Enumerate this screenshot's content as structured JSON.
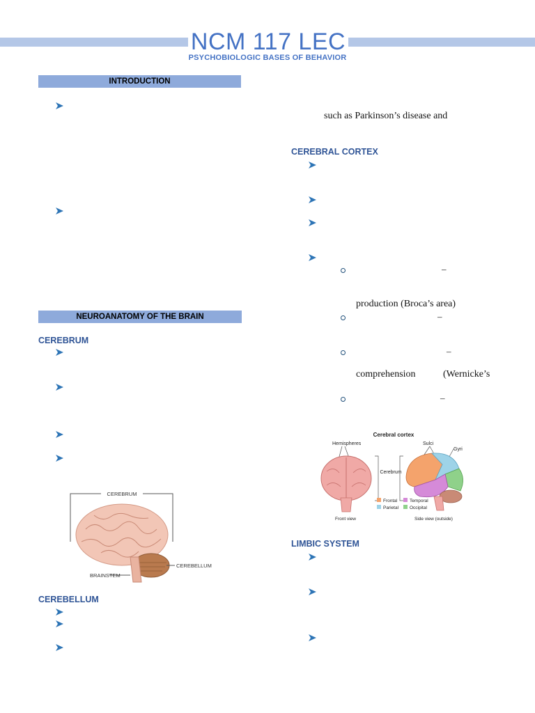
{
  "header": {
    "title": "NCM 117 LEC",
    "subtitle": "PSYCHOBIOLOGIC BASES OF BEHAVIOR"
  },
  "sections": {
    "introduction": "INTRODUCTION",
    "neuroanatomy": "NEUROANATOMY OF THE BRAIN"
  },
  "subheads": {
    "cerebrum": "CEREBRUM",
    "cerebellum": "CEREBELLUM",
    "cerebral_cortex": "CEREBRAL CORTEX",
    "limbic_system": "LIMBIC SYSTEM"
  },
  "text": {
    "parkinsons": "such as Parkinson’s disease and",
    "dash": "–",
    "production": "production (Broca’s area)",
    "comprehension": "comprehension",
    "wernickes": "(Wernicke’s"
  },
  "figure_brain": {
    "cerebrum": "CEREBRUM",
    "brainstem": "BRAINSTEM",
    "cerebellum": "CEREBELLUM"
  },
  "figure_cortex": {
    "title": "Cerebral cortex",
    "hemispheres": "Hemispheres",
    "sulci": "Sulci",
    "gyri": "Gyri",
    "cerebrum": "Cerebrum",
    "front_view": "Front view",
    "side_view": "Side view (outside)",
    "legend": [
      {
        "label": "Frontal",
        "color": "#f4a36c"
      },
      {
        "label": "Temporal",
        "color": "#d58ad8"
      },
      {
        "label": "Parietal",
        "color": "#9ed3e8"
      },
      {
        "label": "Occipital",
        "color": "#8fd18a"
      }
    ]
  }
}
